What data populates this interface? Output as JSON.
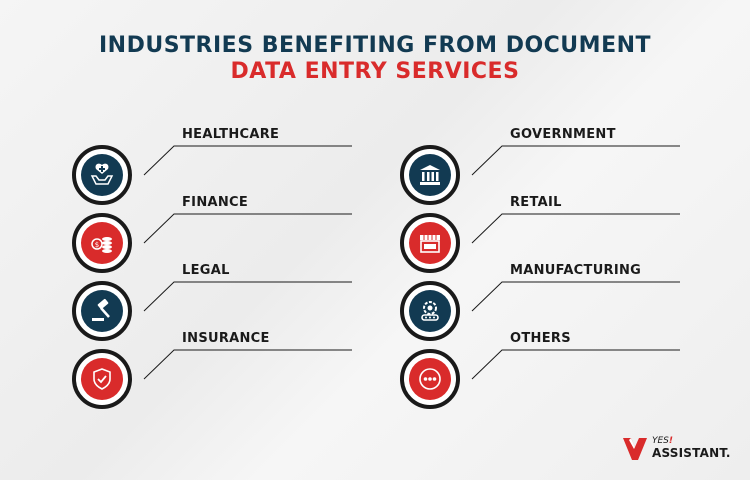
{
  "title": {
    "line1": "INDUSTRIES BENEFITING FROM DOCUMENT",
    "line2": "DATA ENTRY SERVICES"
  },
  "industries": [
    {
      "label": "HEALTHCARE",
      "icon": "healthcare-hands-icon",
      "color": "#123a52"
    },
    {
      "label": "FINANCE",
      "icon": "coins-icon",
      "color": "#d92b2b"
    },
    {
      "label": "LEGAL",
      "icon": "gavel-icon",
      "color": "#123a52"
    },
    {
      "label": "INSURANCE",
      "icon": "shield-check-icon",
      "color": "#d92b2b"
    },
    {
      "label": "GOVERNMENT",
      "icon": "government-building-icon",
      "color": "#123a52"
    },
    {
      "label": "RETAIL",
      "icon": "storefront-icon",
      "color": "#d92b2b"
    },
    {
      "label": "MANUFACTURING",
      "icon": "factory-gear-icon",
      "color": "#123a52"
    },
    {
      "label": "OTHERS",
      "icon": "more-dots-icon",
      "color": "#d92b2b"
    }
  ],
  "logo": {
    "top_text": "YES",
    "exclaim": "!",
    "bottom_text": "ASSISTANT."
  },
  "colors": {
    "navy": "#123a52",
    "red": "#d92b2b",
    "dark": "#1a1a1a"
  }
}
